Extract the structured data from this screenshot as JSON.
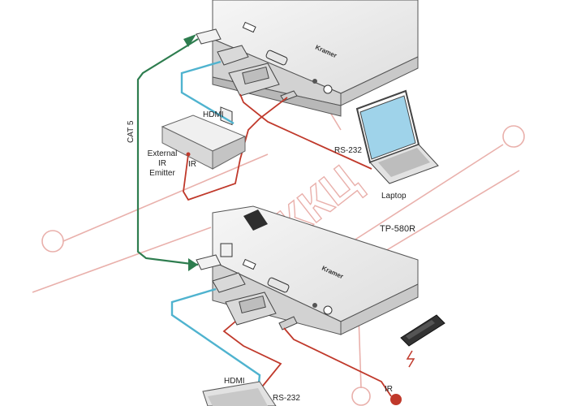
{
  "labels": {
    "hdmi_top": "HDMI",
    "external_ir_line1": "External",
    "external_ir_line2": "IR",
    "external_ir_line3": "Emitter",
    "ir_top": "IR",
    "rs232_top": "RS-232",
    "laptop": "Laptop",
    "cat5": "CAT 5",
    "model_bottom": "TP-580R",
    "hdmi_bottom": "HDMI",
    "rs232_bottom": "RS-232",
    "ir_bottom": "IR"
  },
  "device_brand": "Kramer",
  "watermark_text": "ККЦ",
  "colors": {
    "cat5_cable": "#2e7d4f",
    "hdmi_cable": "#4fb3cf",
    "rs232_cable": "#c0392b",
    "ir_cable": "#c0392b",
    "device_top": "#ececec",
    "device_front": "#d9d9d9",
    "device_outline": "#555555",
    "watermark": "#d9534f"
  },
  "icons": [
    "rj45-port-icon",
    "hdmi-port-icon",
    "db9-port-icon",
    "power-jack-icon",
    "ir-remote-icon",
    "laptop-icon",
    "ir-emitter-icon",
    "ir-sensor-icon"
  ]
}
